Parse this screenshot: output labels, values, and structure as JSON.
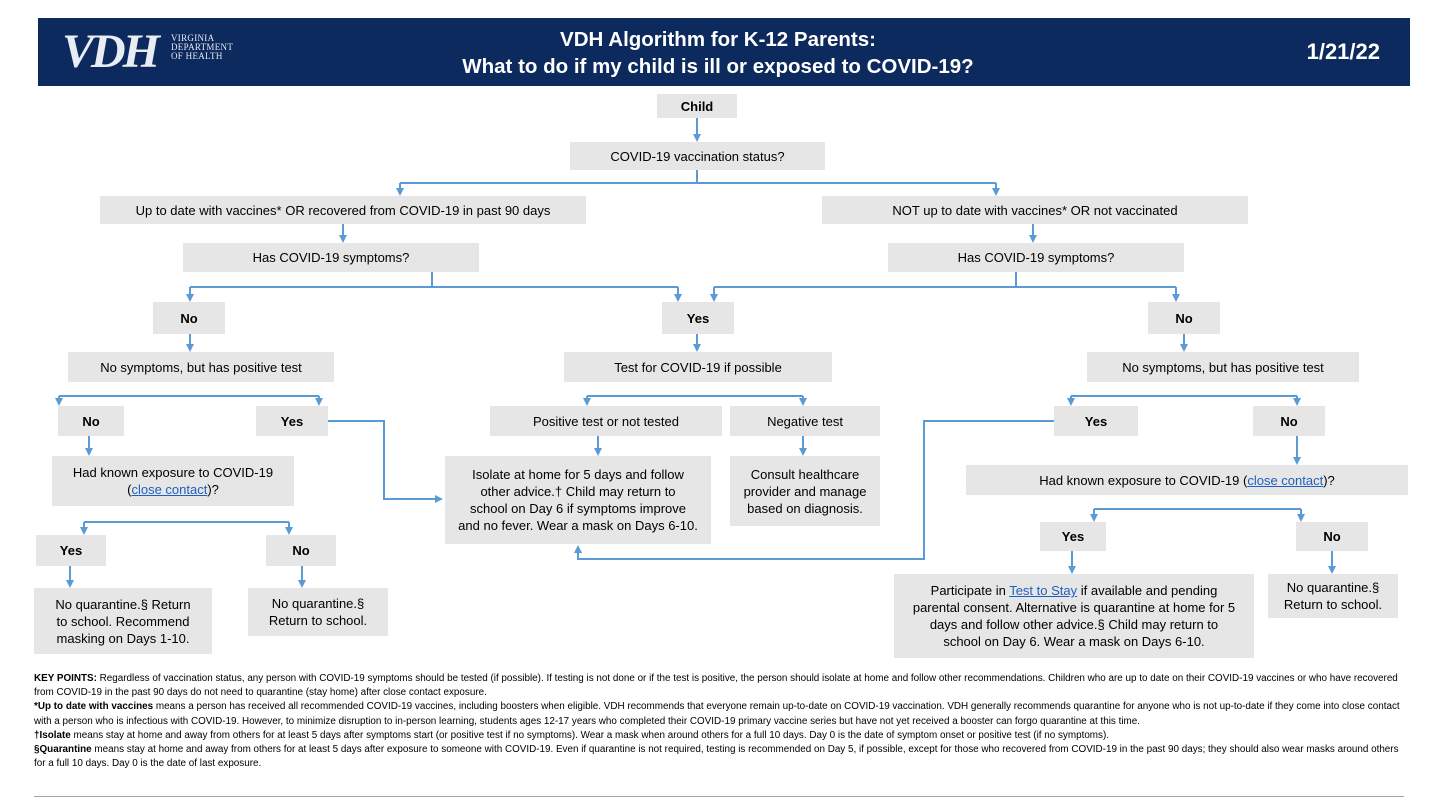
{
  "header": {
    "logo_mark": "VDH",
    "logo_sub": [
      "VIRGINIA",
      "DEPARTMENT",
      "OF HEALTH"
    ],
    "title_line1": "VDH Algorithm for K-12 Parents:",
    "title_line2": "What to do if my child is ill or exposed to COVID-19?",
    "date": "1/21/22"
  },
  "nodes": {
    "child": "Child",
    "vax_status": "COVID-19 vaccination status?",
    "up_to_date": "Up to date with vaccines* OR recovered from COVID-19 in past 90 days",
    "not_up_to_date": "NOT up to date with vaccines* OR not vaccinated",
    "symptoms_left": "Has COVID-19 symptoms?",
    "symptoms_right": "Has COVID-19 symptoms?",
    "no_left": "No",
    "yes_center": "Yes",
    "no_right": "No",
    "pos_test_left": "No symptoms, but has positive test",
    "test_if_possible": "Test for COVID-19 if possible",
    "pos_test_right": "No symptoms, but has positive test",
    "left_no": "No",
    "left_yes": "Yes",
    "positive_or_not_tested": "Positive test or not tested",
    "negative_test": "Negative test",
    "right_yes": "Yes",
    "right_no": "No",
    "exposure_left_a": "Had known exposure to COVID-19",
    "exposure_left_open": "(",
    "exposure_left_link": "close contact",
    "exposure_left_close": ")?",
    "isolate_lines": [
      "Isolate at home for 5 days and follow",
      "other advice.† Child may return to",
      "school on Day 6 if symptoms improve",
      "and no fever. Wear a mask on Days 6-10."
    ],
    "consult_lines": [
      "Consult healthcare",
      "provider and manage",
      "based on diagnosis."
    ],
    "exposure_right_a": "Had known exposure to COVID-19 (",
    "exposure_right_link": "close contact",
    "exposure_right_close": ")?",
    "exp_left_yes": "Yes",
    "exp_left_no": "No",
    "exp_right_yes": "Yes",
    "exp_right_no": "No",
    "noq_mask_lines": [
      "No quarantine.§ Return",
      "to school. Recommend",
      "masking on Days 1-10."
    ],
    "noq_left_lines": [
      "No quarantine.§",
      "Return to school."
    ],
    "tts_pre": "Participate in ",
    "tts_link": "Test to Stay",
    "tts_post": " if available and pending",
    "tts_lines": [
      "parental consent. Alternative is quarantine at home for 5",
      "days and follow other advice.§ Child may return to",
      "school on Day 6. Wear a mask on Days 6-10."
    ],
    "noq_right_lines": [
      "No quarantine.§",
      "Return to school."
    ]
  },
  "notes": {
    "key_label": "KEY POINTS:",
    "key_text": " Regardless of vaccination status, any person with COVID-19 symptoms should be tested (if possible). If testing is not done or if the test is positive, the person should isolate at home and follow other recommendations. Children who are up to date on their COVID-19 vaccines or who have recovered from COVID-19 in the past 90 days do not need to quarantine (stay home) after close contact exposure.",
    "utd_label": "*Up to date with vaccines",
    "utd_text": " means a person has received all recommended COVID-19 vaccines, including boosters when eligible. VDH recommends that everyone remain up-to-date on COVID-19 vaccination. VDH generally recommends quarantine for anyone who is not up-to-date if they come into close contact with a person who is infectious with COVID-19. However, to minimize disruption to in-person learning, students ages 12-17 years who completed their COVID-19 primary vaccine series but have not yet received a booster can forgo quarantine at this time.",
    "iso_label": "†Isolate",
    "iso_text": " means stay at home and away from others for at least 5 days after symptoms start (or positive test if no symptoms). Wear a mask when around others for a full 10 days. Day 0 is the date of symptom onset or positive test (if no symptoms).",
    "quar_label": "§Quarantine",
    "quar_text": " means stay at home and away from others for at least 5 days after exposure to someone with COVID-19. Even if quarantine is not required, testing is recommended on Day 5, if possible, except for those who recovered from COVID-19 in the past 90 days; they should also wear masks around others for a full 10 days. Day 0 is the date of last exposure."
  },
  "colors": {
    "header_bg": "#0c2a5e",
    "box_bg": "#e6e6e6",
    "arrow": "#5b9bd5",
    "link": "#1f5fbf"
  }
}
